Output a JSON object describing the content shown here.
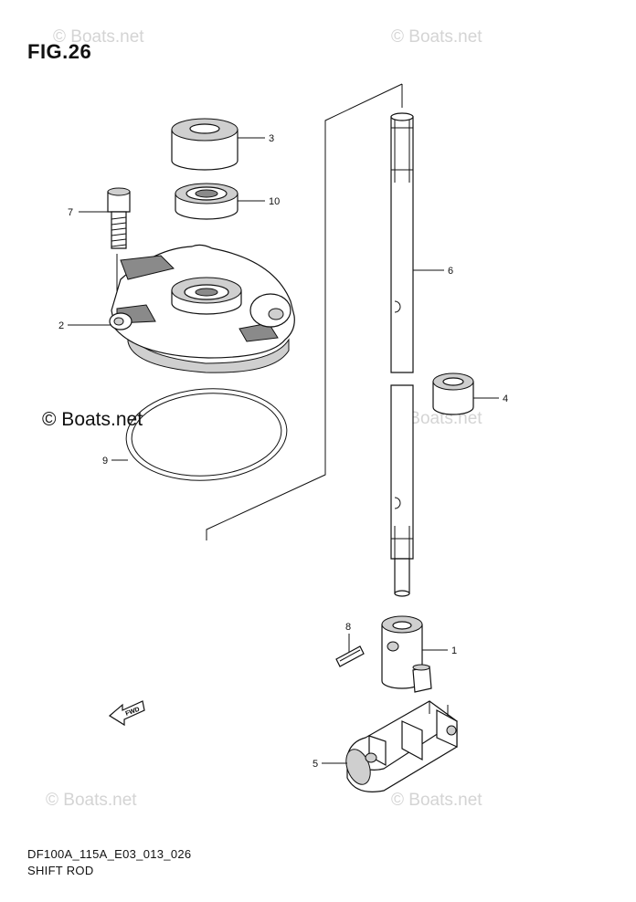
{
  "figure_label": "FIG.26",
  "watermarks": {
    "faint": [
      "© Boats.net",
      "© Boats.net",
      "© Boats.net",
      "© Boats.net",
      "© Boats.net"
    ],
    "strong": "© Boats.net"
  },
  "callouts": [
    "1",
    "2",
    "3",
    "4",
    "5",
    "6",
    "7",
    "8",
    "9",
    "10"
  ],
  "fwd_arrow_text": "FWD",
  "footer": {
    "code": "DF100A_115A_E03_013_026",
    "title": "SHIFT ROD"
  }
}
